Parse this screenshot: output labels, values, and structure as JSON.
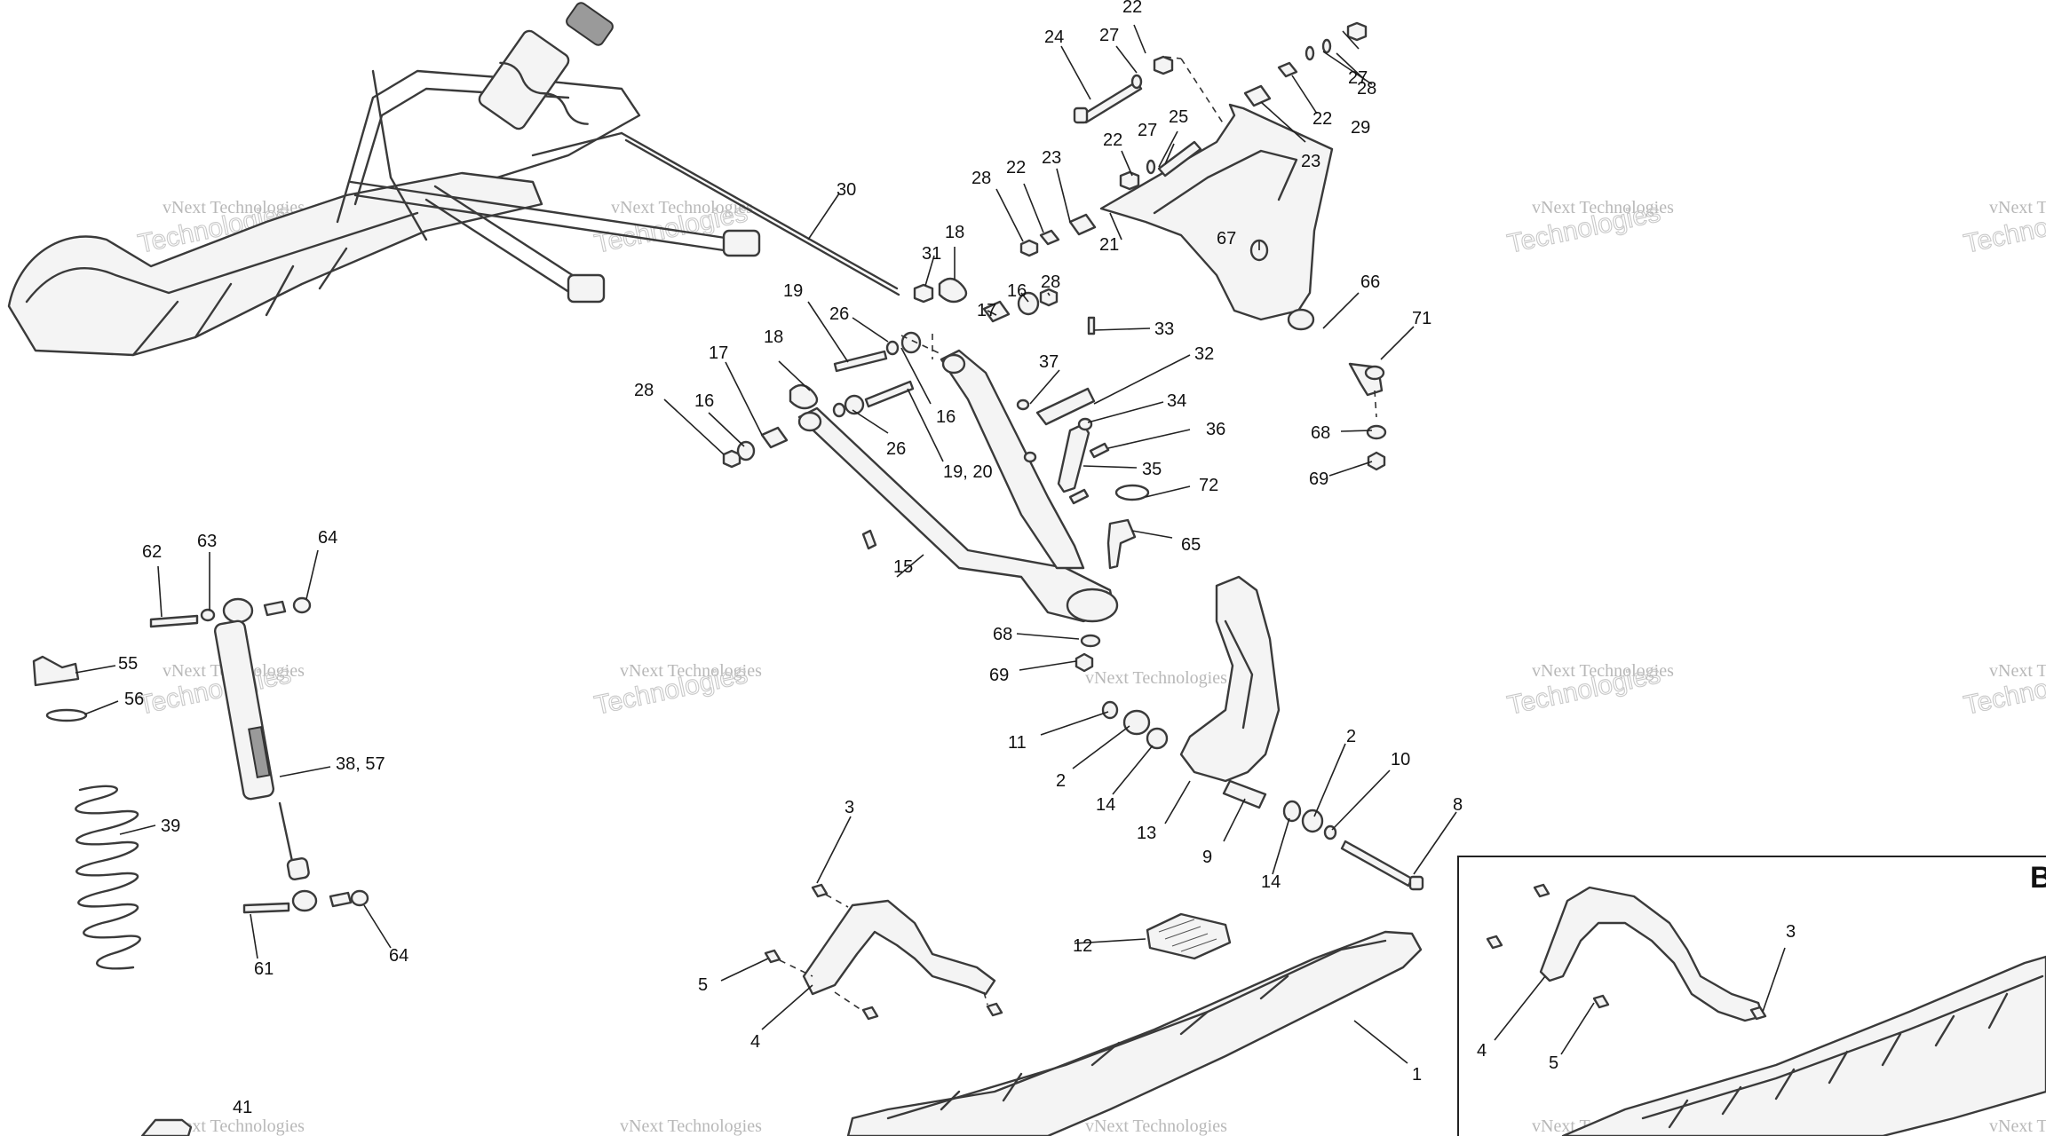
{
  "watermark": {
    "line1": "vNext Technologies",
    "line2": "Technologies"
  },
  "inset": {
    "letter": "B"
  },
  "callouts": {
    "c1": "1",
    "c2a": "2",
    "c2b": "2",
    "c3a": "3",
    "c3b": "3",
    "c4a": "4",
    "c4b": "4",
    "c5a": "5",
    "c5b": "5",
    "c8": "8",
    "c9": "9",
    "c10": "10",
    "c11": "11",
    "c12": "12",
    "c13": "13",
    "c14a": "14",
    "c14b": "14",
    "c15": "15",
    "c16a": "16",
    "c16b": "16",
    "c16c": "16",
    "c17a": "17",
    "c17b": "17",
    "c18a": "18",
    "c18b": "18",
    "c19": "19",
    "c1920": "19, 20",
    "c21": "21",
    "c22a": "22",
    "c22b": "22",
    "c22c": "22",
    "c22d": "22",
    "c23a": "23",
    "c23b": "23",
    "c24": "24",
    "c25": "25",
    "c26a": "26",
    "c26b": "26",
    "c27a": "27",
    "c27b": "27",
    "c27c": "27",
    "c28a": "28",
    "c28b": "28",
    "c28c": "28",
    "c28d": "28",
    "c29": "29",
    "c30": "30",
    "c31": "31",
    "c32": "32",
    "c33": "33",
    "c34": "34",
    "c35": "35",
    "c36": "36",
    "c37": "37",
    "c3857": "38, 57",
    "c39": "39",
    "c41": "41",
    "c55": "55",
    "c56": "56",
    "c61": "61",
    "c62": "62",
    "c63": "63",
    "c64a": "64",
    "c64b": "64",
    "c65": "65",
    "c66": "66",
    "c67": "67",
    "c68a": "68",
    "c68b": "68",
    "c69a": "69",
    "c69b": "69",
    "c71": "71",
    "c72": "72"
  }
}
